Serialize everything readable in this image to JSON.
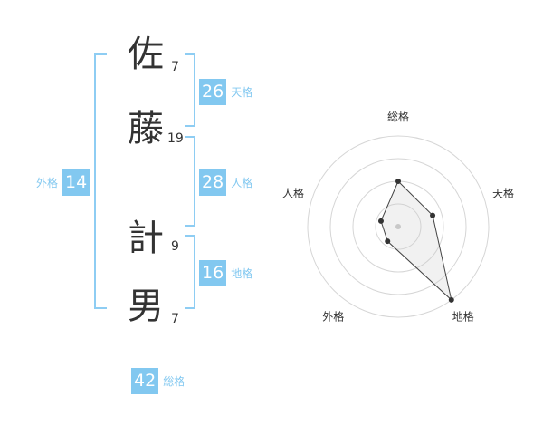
{
  "name": {
    "chars": [
      {
        "char": "佐",
        "strokes": "7"
      },
      {
        "char": "藤",
        "strokes": "19"
      },
      {
        "char": "計",
        "strokes": "9"
      },
      {
        "char": "男",
        "strokes": "7"
      }
    ]
  },
  "fortunes": {
    "tenkaku": {
      "value": "26",
      "label": "天格"
    },
    "jinkaku": {
      "value": "28",
      "label": "人格"
    },
    "chikaku": {
      "value": "16",
      "label": "地格"
    },
    "gaikaku": {
      "value": "14",
      "label": "外格"
    },
    "soukaku": {
      "value": "42",
      "label": "総格"
    }
  },
  "colors": {
    "accent": "#82c8f0",
    "bracket": "#8ecdf3",
    "text": "#333333"
  },
  "chart_data": {
    "type": "radar",
    "axes": [
      "総格",
      "天格",
      "地格",
      "外格",
      "人格"
    ],
    "values": [
      2.5,
      2.0,
      5.0,
      1.0,
      1.0
    ],
    "max": 5,
    "rings": 4,
    "grid": true
  }
}
